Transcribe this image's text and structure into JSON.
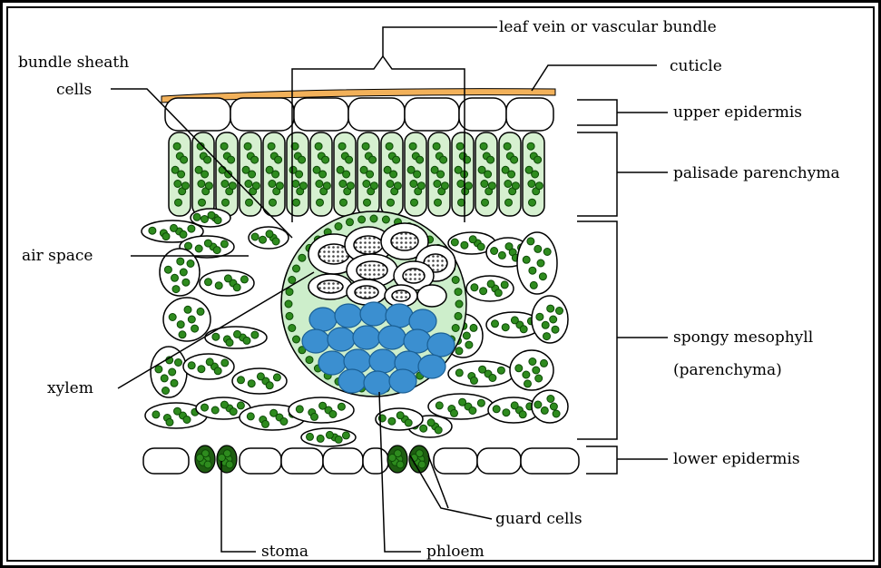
{
  "diagram": {
    "labels": {
      "vein": "leaf vein or vascular bundle",
      "bundle_sheath_1": "bundle sheath",
      "bundle_sheath_2": "cells",
      "cuticle": "cuticle",
      "upper_epidermis": "upper epidermis",
      "palisade": "palisade parenchyma",
      "air_space": "air space",
      "spongy_1": "spongy mesophyll",
      "spongy_2": "(parenchyma)",
      "xylem": "xylem",
      "lower_epidermis": "lower epidermis",
      "guard_cells": "guard cells",
      "stoma": "stoma",
      "phloem": "phloem"
    },
    "colors": {
      "chloroplast": "#2e8b1e",
      "chloroplast_edge": "#0d4a06",
      "cuticle": "#f2b15a",
      "phloem": "#3b8fd0",
      "sheath_fill": "#cdeecb",
      "palisade_fill": "#d6f0d0",
      "xylem_dots": "#555555"
    }
  }
}
